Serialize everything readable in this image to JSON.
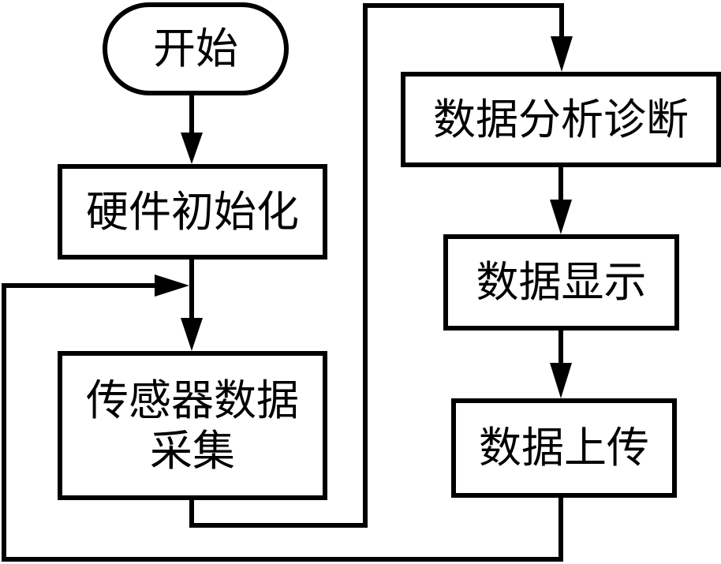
{
  "diagram": {
    "type": "flowchart",
    "colors": {
      "stroke": "#000000",
      "fill": "#ffffff",
      "text": "#000000"
    },
    "nodes": {
      "start": {
        "label": "开始",
        "shape": "terminator"
      },
      "hardware_init": {
        "label": "硬件初始化",
        "shape": "process"
      },
      "sensor_collect": {
        "label_line1": "传感器数据",
        "label_line2": "采集",
        "shape": "process"
      },
      "data_analysis": {
        "label": "数据分析诊断",
        "shape": "process"
      },
      "data_display": {
        "label": "数据显示",
        "shape": "process"
      },
      "data_upload": {
        "label": "数据上传",
        "shape": "process"
      }
    },
    "edges": [
      {
        "from": "start",
        "to": "hardware_init"
      },
      {
        "from": "hardware_init",
        "to": "sensor_collect"
      },
      {
        "from": "sensor_collect",
        "to": "data_analysis"
      },
      {
        "from": "data_analysis",
        "to": "data_display"
      },
      {
        "from": "data_display",
        "to": "data_upload"
      },
      {
        "from": "data_upload",
        "to": "sensor_collect",
        "note": "loop back"
      }
    ]
  }
}
